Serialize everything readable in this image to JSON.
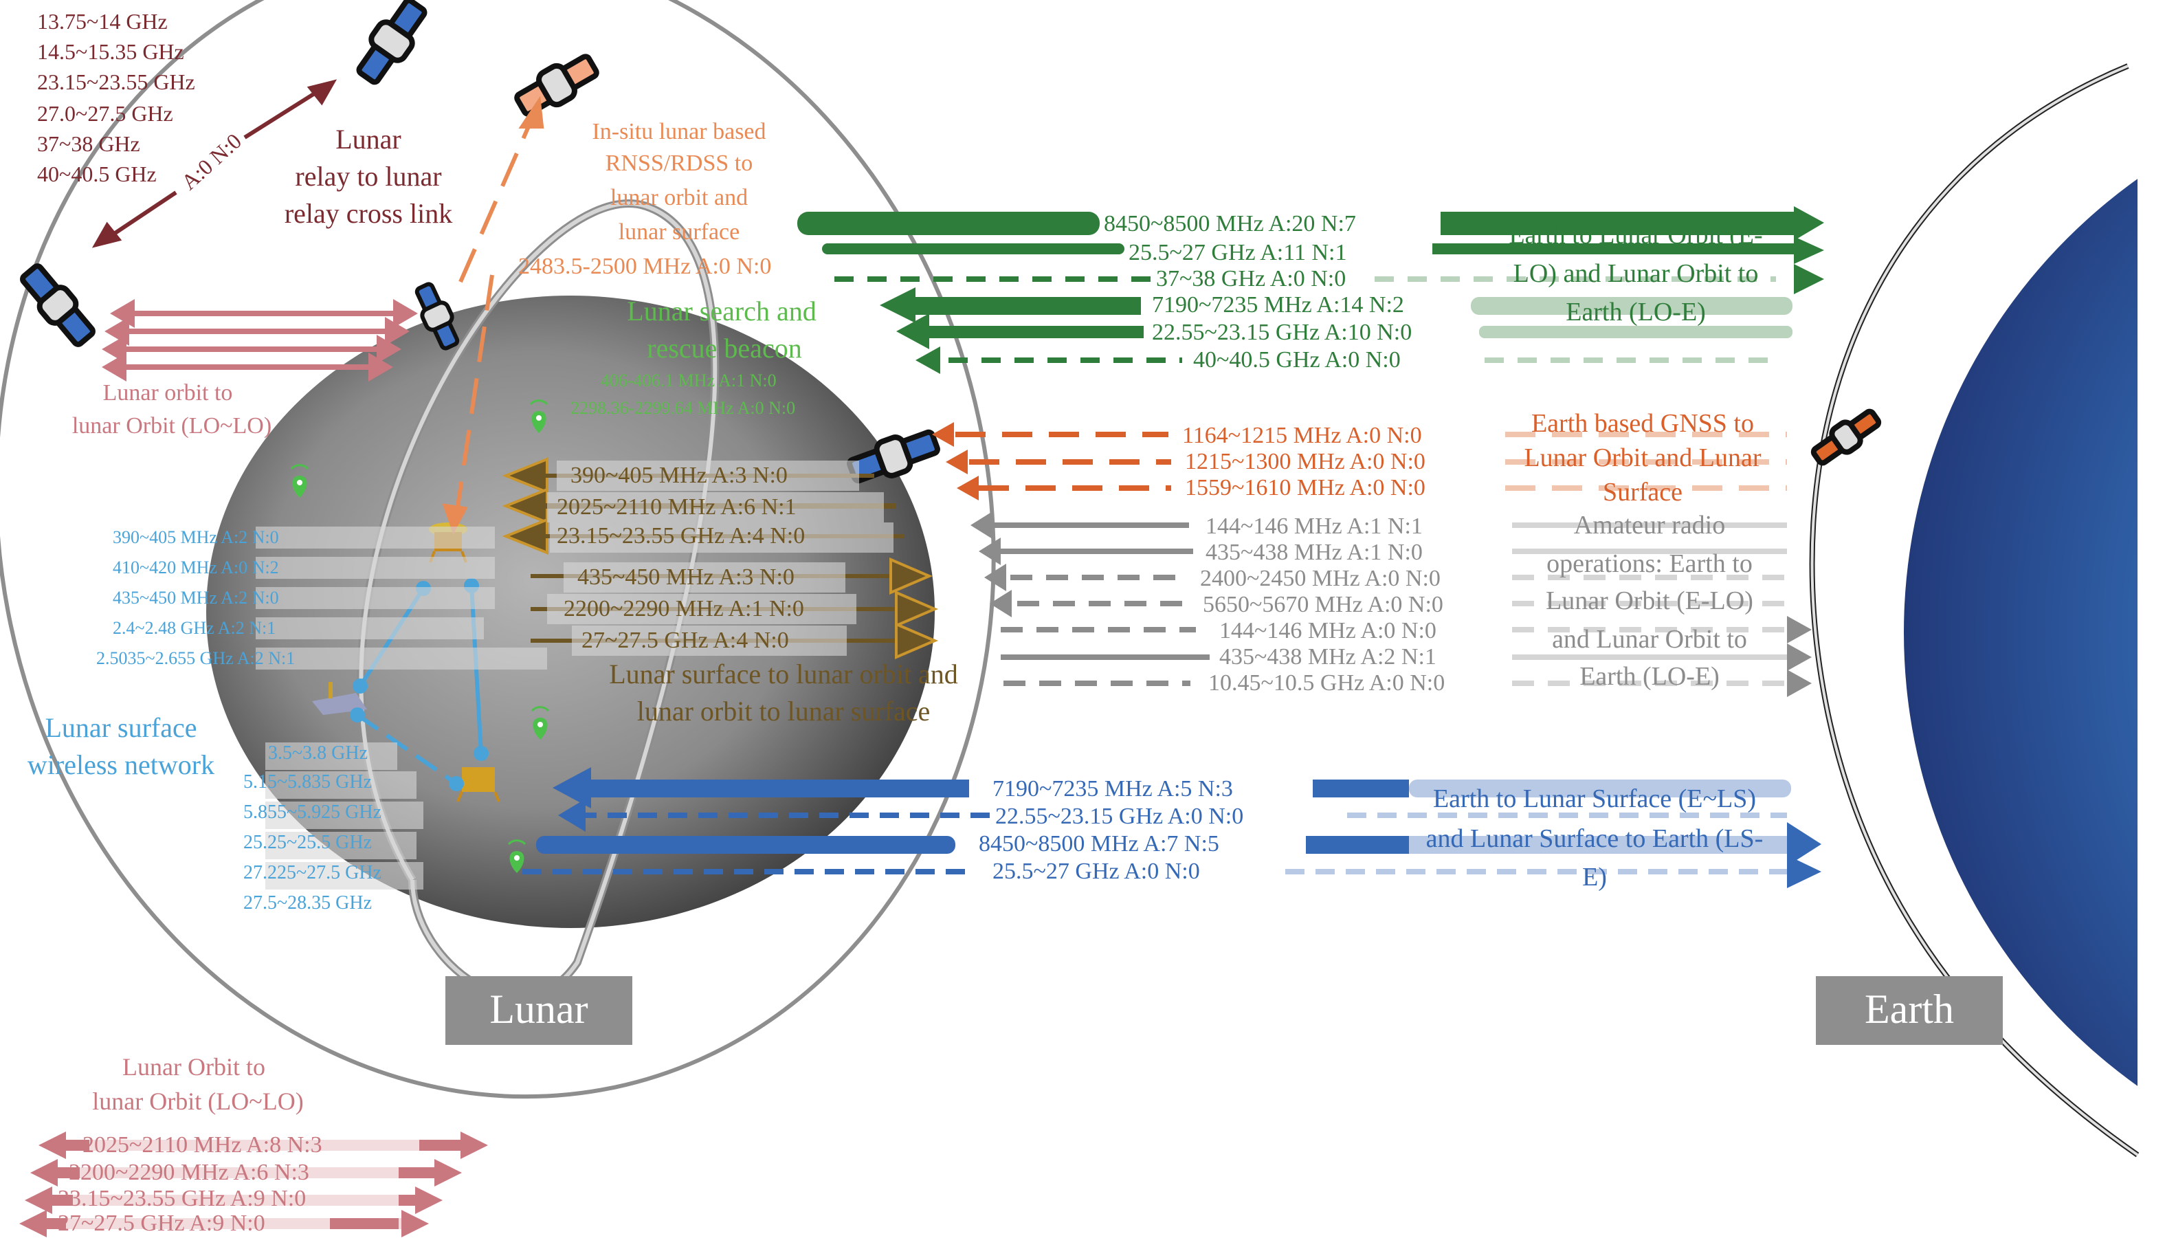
{
  "colors": {
    "relay": "#7b2a2f",
    "insitu": "#e98a54",
    "search_rescue": "#5dbb4e",
    "lo_lo": "#c97880",
    "ls_lo": "#6e5524",
    "ls_wireless": "#4aa3d8",
    "e_lo": "#2f7d3a",
    "gnss": "#d9602a",
    "amateur": "#8c8c8c",
    "e_ls": "#3568b5",
    "body_label_bg": "#8e8e8e"
  },
  "bodies": {
    "lunar_label": "Lunar",
    "earth_label": "Earth"
  },
  "relay_crosslink": {
    "title_lines": [
      "Lunar",
      "relay to lunar",
      "relay cross link"
    ],
    "bands": [
      "13.75~14 GHz",
      "14.5~15.35 GHz",
      "23.15~23.55 GHz",
      "27.0~27.5 GHz",
      "37~38 GHz",
      "40~40.5 GHz"
    ],
    "status": "A:0 N:0"
  },
  "insitu_rnss": {
    "title_lines": [
      "In-situ lunar based",
      "RNSS/RDSS to",
      "lunar orbit and",
      "lunar surface"
    ],
    "band": "2483.5-2500 MHz  A:0  N:0"
  },
  "search_rescue": {
    "title_lines": [
      "Lunar search and",
      "rescue beacon"
    ],
    "bands": [
      "406-406.1 MHz  A:1  N:0",
      "2298.36-2299.64 MHz  A:0  N:0"
    ]
  },
  "lo_lo_top": {
    "title_lines": [
      "Lunar orbit to",
      "lunar Orbit (LO~LO)"
    ]
  },
  "lo_lo_bottom": {
    "title_lines": [
      "Lunar Orbit to",
      "lunar Orbit (LO~LO)"
    ],
    "bands": [
      {
        "label": "2025~2110 MHz  A:8  N:3"
      },
      {
        "label": "2200~2290 MHz  A:6  N:3"
      },
      {
        "label": "23.15~23.55 GHz  A:9  N:0"
      },
      {
        "label": "27~27.5 GHz  A:9  N:0"
      }
    ]
  },
  "ls_lo": {
    "title_lines": [
      "Lunar surface to lunar orbit and",
      "lunar orbit to lunar surface"
    ],
    "uplink": [
      {
        "label": "390~405 MHz  A:3  N:0"
      },
      {
        "label": "2025~2110 MHz  A:6  N:1"
      },
      {
        "label": "23.15~23.55 GHz  A:4  N:0"
      }
    ],
    "downlink": [
      {
        "label": "435~450 MHz  A:3  N:0"
      },
      {
        "label": "2200~2290 MHz  A:1  N:0"
      },
      {
        "label": "27~27.5 GHz  A:4  N:0"
      }
    ]
  },
  "ls_wireless": {
    "title_lines": [
      "Lunar surface",
      "wireless network"
    ],
    "bands_upper": [
      "390~405 MHz  A:2  N:0",
      "410~420 MHz  A:0  N:2",
      "435~450 MHz  A:2  N:0",
      "2.4~2.48 GHz  A:2  N:1",
      "2.5035~2.655 GHz  A:2  N:1"
    ],
    "bands_lower": [
      "3.5~3.8 GHz",
      "5.15~5.835 GHz",
      "5.855~5.925 GHz",
      "25.25~25.5 GHz",
      "27.225~27.5 GHz",
      "27.5~28.35 GHz"
    ]
  },
  "e_lo": {
    "title": "Earth to Lunar Orbit (E-LO) and Lunar Orbit to Earth (LO-E)",
    "links": [
      {
        "label": "8450~8500 MHz  A:20  N:7",
        "direction": "to-earth",
        "style": "thick"
      },
      {
        "label": "25.5~27 GHz  A:11  N:1",
        "direction": "to-earth",
        "style": "medium"
      },
      {
        "label": "37~38 GHz  A:0  N:0",
        "direction": "to-earth",
        "style": "dashed"
      },
      {
        "label": "7190~7235 MHz  A:14  N:2",
        "direction": "to-moon",
        "style": "thick"
      },
      {
        "label": "22.55~23.15 GHz  A:10  N:0",
        "direction": "to-moon",
        "style": "medium"
      },
      {
        "label": "40~40.5 GHz  A:0  N:0",
        "direction": "to-moon",
        "style": "dashed"
      }
    ]
  },
  "gnss": {
    "title": "Earth based GNSS to Lunar Orbit and Lunar Surface",
    "links": [
      {
        "label": "1164~1215 MHz  A:0  N:0"
      },
      {
        "label": "1215~1300 MHz  A:0  N:0"
      },
      {
        "label": "1559~1610 MHz  A:0  N:0"
      }
    ]
  },
  "amateur": {
    "title": "Amateur radio operations: Earth to Lunar Orbit (E-LO) and Lunar Orbit to Earth (LO-E)",
    "links": [
      {
        "label": "144~146 MHz  A:1  N:1",
        "direction": "to-moon",
        "style": "solid"
      },
      {
        "label": "435~438 MHz  A:1  N:0",
        "direction": "to-moon",
        "style": "solid"
      },
      {
        "label": "2400~2450 MHz  A:0  N:0",
        "direction": "to-moon",
        "style": "dashed"
      },
      {
        "label": "5650~5670 MHz  A:0  N:0",
        "direction": "to-moon",
        "style": "dashed"
      },
      {
        "label": "144~146 MHz  A:0  N:0",
        "direction": "to-earth",
        "style": "dashed"
      },
      {
        "label": "435~438 MHz  A:2  N:1",
        "direction": "to-earth",
        "style": "solid"
      },
      {
        "label": "10.45~10.5 GHz  A:0  N:0",
        "direction": "to-earth",
        "style": "dashed"
      }
    ]
  },
  "e_ls": {
    "title": "Earth to Lunar Surface (E~LS) and Lunar Surface to Earth (LS-E)",
    "links": [
      {
        "label": "7190~7235 MHz  A:5  N:3",
        "direction": "to-moon",
        "style": "thick"
      },
      {
        "label": "22.55~23.15 GHz  A:0  N:0",
        "direction": "to-moon",
        "style": "dashed"
      },
      {
        "label": "8450~8500 MHz  A:7  N:5",
        "direction": "to-earth",
        "style": "thick"
      },
      {
        "label": "25.5~27 GHz  A:0  N:0",
        "direction": "to-earth",
        "style": "dashed"
      }
    ]
  }
}
